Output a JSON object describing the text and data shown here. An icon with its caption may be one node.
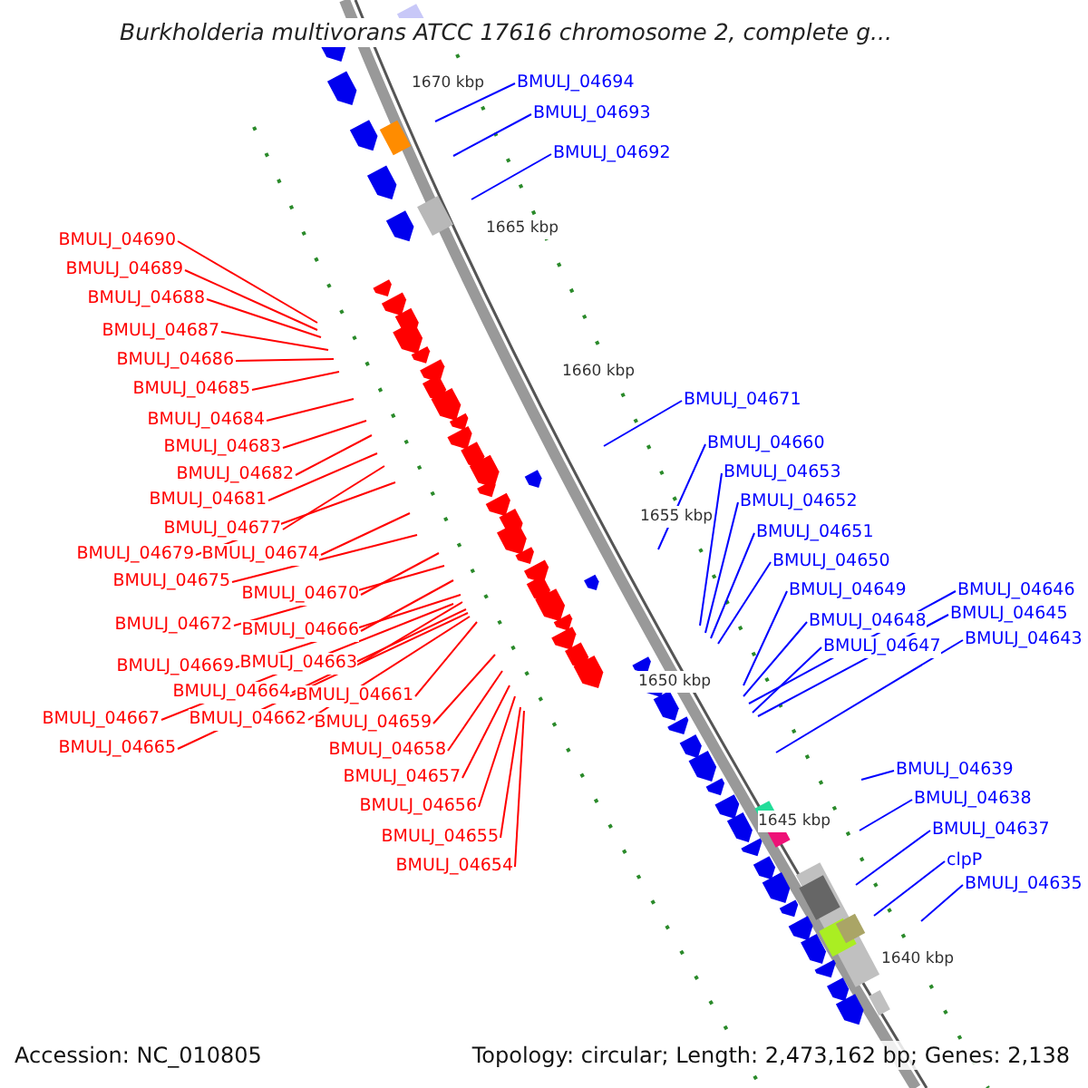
{
  "diagram": {
    "title": "Burkholderia multivorans ATCC 17616 chromosome 2, complete g...",
    "nodes": [
      {
        "text": [
          "BMULJ_04694"
        ]
      },
      {
        "text": [
          "BMULJ_04693"
        ]
      },
      {
        "text": [
          "BMULJ_04692"
        ]
      },
      {
        "text": [
          "BMULJ_04690"
        ]
      },
      {
        "text": [
          "BMULJ_04689"
        ]
      },
      {
        "text": [
          "BMULJ_04688"
        ]
      },
      {
        "text": [
          "BMULJ_04687"
        ]
      },
      {
        "text": [
          "BMULJ_04686"
        ]
      },
      {
        "text": [
          "BMULJ_04685"
        ]
      },
      {
        "text": [
          "BMULJ_04684"
        ]
      },
      {
        "text": [
          "BMULJ_04683"
        ]
      },
      {
        "text": [
          "BMULJ_04682"
        ]
      },
      {
        "text": [
          "BMULJ_04681"
        ]
      },
      {
        "text": [
          "BMULJ_04677"
        ]
      },
      {
        "text": [
          "BMULJ_04679"
        ]
      },
      {
        "text": [
          "BMULJ_04674"
        ]
      },
      {
        "text": [
          "BMULJ_04675"
        ]
      },
      {
        "text": [
          "BMULJ_04670"
        ]
      },
      {
        "text": [
          "BMULJ_04672"
        ]
      },
      {
        "text": [
          "BMULJ_04666"
        ]
      },
      {
        "text": [
          "BMULJ_04669"
        ]
      },
      {
        "text": [
          "BMULJ_04663"
        ]
      },
      {
        "text": [
          "BMULJ_04664"
        ]
      },
      {
        "text": [
          "BMULJ_04661"
        ]
      },
      {
        "text": [
          "BMULJ_04667"
        ]
      },
      {
        "text": [
          "BMULJ_04662"
        ]
      },
      {
        "text": [
          "BMULJ_04659"
        ]
      },
      {
        "text": [
          "BMULJ_04665"
        ]
      },
      {
        "text": [
          "BMULJ_04658"
        ]
      },
      {
        "text": [
          "BMULJ_04657"
        ]
      },
      {
        "text": [
          "BMULJ_04656"
        ]
      },
      {
        "text": [
          "BMULJ_04655"
        ]
      },
      {
        "text": [
          "BMULJ_04654"
        ]
      },
      {
        "text": [
          "BMULJ_04671"
        ]
      },
      {
        "text": [
          "BMULJ_04660"
        ]
      },
      {
        "text": [
          "BMULJ_04653"
        ]
      },
      {
        "text": [
          "BMULJ_04652"
        ]
      },
      {
        "text": [
          "BMULJ_04651"
        ]
      },
      {
        "text": [
          "BMULJ_04650"
        ]
      },
      {
        "text": [
          "BMULJ_04649"
        ]
      },
      {
        "text": [
          "BMULJ_04648"
        ]
      },
      {
        "text": [
          "BMULJ_04646"
        ]
      },
      {
        "text": [
          "BMULJ_04645"
        ]
      },
      {
        "text": [
          "BMULJ_04647"
        ]
      },
      {
        "text": [
          "BMULJ_04643"
        ]
      },
      {
        "text": [
          "BMULJ_04639"
        ]
      },
      {
        "text": [
          "BMULJ_04638"
        ]
      },
      {
        "text": [
          "BMULJ_04637"
        ]
      },
      {
        "text": [
          "clpP"
        ]
      },
      {
        "text": [
          "BMULJ_04635"
        ]
      }
    ],
    "edges": [
      {
        "from": 0,
        "to": null,
        "arrow": "none",
        "color": "#0000ff"
      },
      {
        "from": 1,
        "to": null,
        "arrow": "none",
        "color": "#0000ff"
      },
      {
        "from": 2,
        "to": null,
        "arrow": "none",
        "color": "#0000ff"
      },
      {
        "from": 3,
        "to": null,
        "arrow": "none"
      },
      {
        "from": 4,
        "to": null,
        "arrow": "none"
      },
      {
        "from": 5,
        "to": null,
        "arrow": "none"
      },
      {
        "from": 6,
        "to": null,
        "arrow": "none"
      },
      {
        "from": 7,
        "to": null,
        "arrow": "none"
      },
      {
        "from": 8,
        "to": null,
        "arrow": "none"
      },
      {
        "from": 9,
        "to": null,
        "arrow": "none"
      },
      {
        "from": 10,
        "to": null,
        "arrow": "none"
      },
      {
        "from": 11,
        "to": null,
        "arrow": "none"
      },
      {
        "from": 12,
        "to": null,
        "arrow": "none"
      },
      {
        "from": 13,
        "to": null,
        "arrow": "none"
      },
      {
        "from": 14,
        "to": null,
        "arrow": "none"
      },
      {
        "from": 15,
        "to": null,
        "arrow": "none"
      },
      {
        "from": 16,
        "to": null,
        "arrow": "none"
      },
      {
        "from": 17,
        "to": null,
        "arrow": "none"
      },
      {
        "from": 18,
        "to": null,
        "arrow": "none"
      },
      {
        "from": 19,
        "to": null,
        "arrow": "none"
      },
      {
        "from": 20,
        "to": null,
        "arrow": "none"
      },
      {
        "from": 21,
        "to": null,
        "arrow": "none"
      },
      {
        "from": 22,
        "to": null,
        "arrow": "none"
      },
      {
        "from": 23,
        "to": null,
        "arrow": "none"
      },
      {
        "from": 24,
        "to": null,
        "arrow": "none"
      },
      {
        "from": 25,
        "to": null,
        "arrow": "none"
      },
      {
        "from": 26,
        "to": null,
        "arrow": "none"
      },
      {
        "from": 27,
        "to": null,
        "arrow": "none"
      },
      {
        "from": 28,
        "to": null,
        "arrow": "none"
      },
      {
        "from": 29,
        "to": null,
        "arrow": "none"
      },
      {
        "from": 30,
        "to": null,
        "arrow": "none"
      },
      {
        "from": 31,
        "to": null,
        "arrow": "none"
      },
      {
        "from": 32,
        "to": null,
        "arrow": "none"
      },
      {
        "from": 33,
        "to": null,
        "arrow": "none",
        "color": "#0000ff"
      },
      {
        "from": 34,
        "to": null,
        "arrow": "none",
        "color": "#0000ff"
      },
      {
        "from": 35,
        "to": null,
        "arrow": "none",
        "color": "#0000ff"
      },
      {
        "from": 36,
        "to": null,
        "arrow": "none",
        "color": "#0000ff"
      },
      {
        "from": 37,
        "to": null,
        "arrow": "none",
        "color": "#0000ff"
      },
      {
        "from": 38,
        "to": null,
        "arrow": "none",
        "color": "#0000ff"
      },
      {
        "from": 39,
        "to": null,
        "arrow": "none",
        "color": "#0000ff"
      },
      {
        "from": 40,
        "to": null,
        "arrow": "none",
        "color": "#0000ff"
      },
      {
        "from": 41,
        "to": null,
        "arrow": "none",
        "color": "#0000ff"
      },
      {
        "from": 42,
        "to": null,
        "arrow": "none",
        "color": "#0000ff"
      },
      {
        "from": 43,
        "to": null,
        "arrow": "none",
        "color": "#0000ff"
      },
      {
        "from": 44,
        "to": null,
        "arrow": "none",
        "color": "#0000ff"
      },
      {
        "from": 45,
        "to": null,
        "arrow": "none",
        "color": "#0000ff"
      },
      {
        "from": 46,
        "to": null,
        "arrow": "none",
        "color": "#0000ff"
      },
      {
        "from": 47,
        "to": null,
        "arrow": "none",
        "color": "#0000ff"
      },
      {
        "from": 48,
        "to": null,
        "arrow": "none",
        "color": "#0000ff"
      },
      {
        "from": 49,
        "to": null,
        "arrow": "none",
        "color": "#0000ff"
      }
    ],
    "labels": [
      "1670 kbp",
      "1665 kbp",
      "1660 kbp",
      "1655 kbp",
      "1650 kbp",
      "1645 kbp",
      "1640 kbp",
      "Accession: NC_010805",
      "Topology: circular; Length: 2,473,162 bp; Genes: 2,138"
    ]
  }
}
